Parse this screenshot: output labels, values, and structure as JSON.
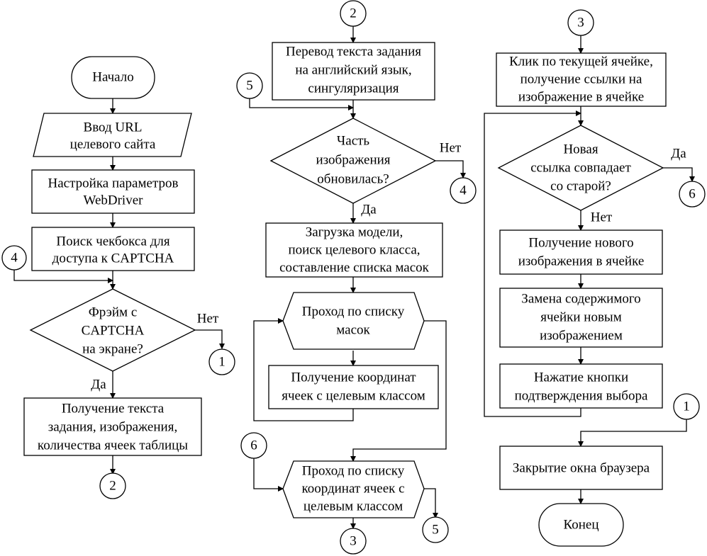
{
  "column1": {
    "start": "Начало",
    "input_url": [
      "Ввод URL",
      "целевого сайта"
    ],
    "webdriver": [
      "Настройка параметров",
      "WebDriver"
    ],
    "checkbox": [
      "Поиск чекбокса для",
      "доступа к CAPTCHA"
    ],
    "decision_frame": [
      "Фрэйм с",
      "CAPTCHA",
      "на экране?"
    ],
    "yes": "Да",
    "no": "Нет",
    "get_text": [
      "Получение текста",
      "задания, изображения,",
      "количества ячеек таблицы"
    ],
    "connectors": {
      "in_4": "4",
      "out_1": "1",
      "out_2": "2"
    }
  },
  "column2": {
    "translate": [
      "Перевод текста задания",
      "на английский язык,",
      "сингуляризация"
    ],
    "decision_part": [
      "Часть",
      "изображения",
      "обновилась?"
    ],
    "yes": "Да",
    "no": "Нет",
    "load_model": [
      "Загрузка модели,",
      "поиск целевого класса,",
      "составление списка масок"
    ],
    "loop_masks": [
      "Проход по списку",
      "масок"
    ],
    "get_coords": [
      "Получение координат",
      "ячеек с целевым классом"
    ],
    "loop_coords": [
      "Проход по списку",
      "координат ячеек с",
      "целевым классом"
    ],
    "connectors": {
      "in_2": "2",
      "in_5": "5",
      "out_4": "4",
      "in_6": "6",
      "out_3": "3",
      "out_5": "5"
    }
  },
  "column3": {
    "click_cell": [
      "Клик по текущей ячейке,",
      "получение ссылки на",
      "изображение в ячейке"
    ],
    "decision_link": [
      "Новая",
      "ссылка совпадает",
      "со старой?"
    ],
    "yes": "Да",
    "no": "Нет",
    "get_image": [
      "Получение нового",
      "изображения в ячейке"
    ],
    "replace": [
      "Замена содержимого",
      "ячейки новым",
      "изображением"
    ],
    "confirm": [
      "Нажатие кнопки",
      "подтверждения выбора"
    ],
    "close_browser": "Закрытие окна браузера",
    "end": "Конец",
    "connectors": {
      "in_3": "3",
      "out_6": "6",
      "in_1": "1"
    }
  }
}
